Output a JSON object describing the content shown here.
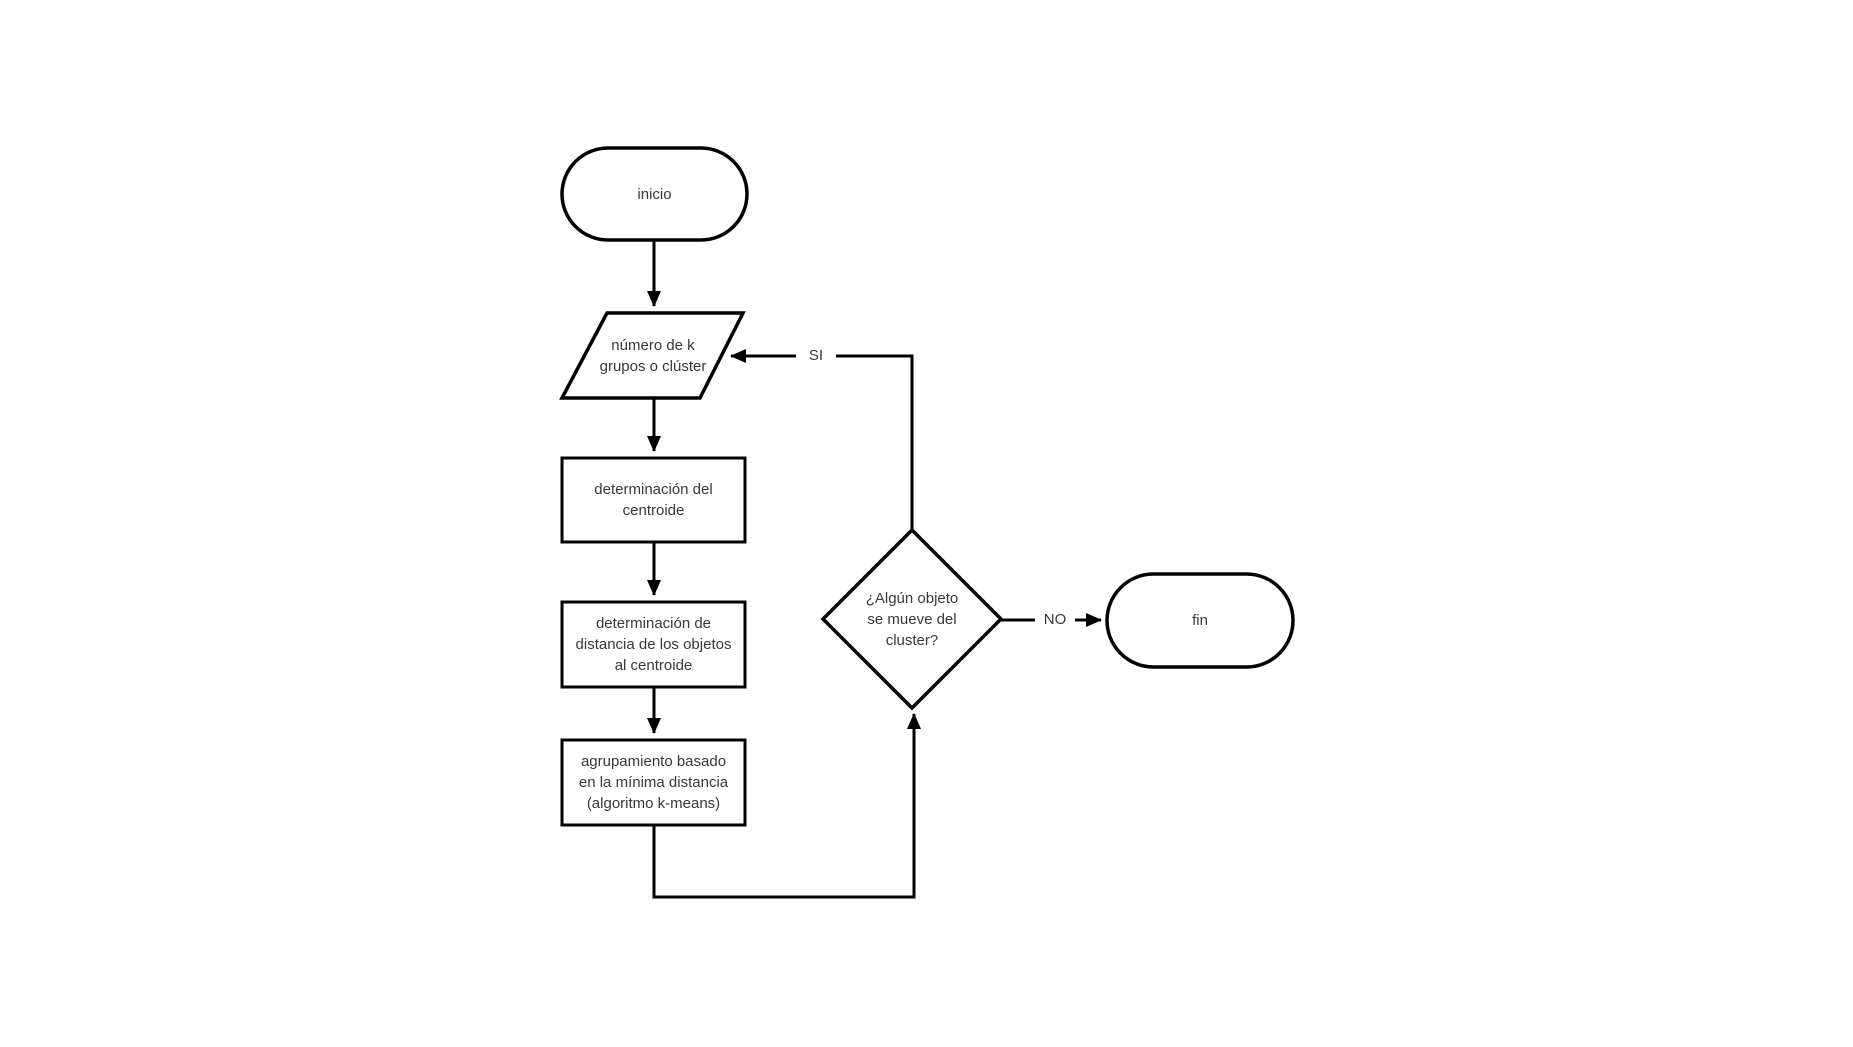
{
  "page": {
    "background": "#ffffff"
  },
  "colors": {
    "shape_stroke": "#000000",
    "shape_fill": "#ffffff",
    "text": "#383838"
  },
  "flowchart": {
    "nodes": {
      "start": {
        "type": "terminator",
        "label": "inicio"
      },
      "input_k": {
        "type": "data-input",
        "label": "número de k\ngrupos o clúster"
      },
      "centroid": {
        "type": "process",
        "label": "determinación del\ncentroide"
      },
      "distance": {
        "type": "process",
        "label": "determinación de\ndistancia de los objetos\nal centroide"
      },
      "grouping": {
        "type": "process",
        "label": "agrupamiento basado\nen la mínima distancia\n(algoritmo k-means)"
      },
      "decision": {
        "type": "decision",
        "label": "¿Algún objeto\nse mueve del\ncluster?"
      },
      "end": {
        "type": "terminator",
        "label": "fin"
      }
    },
    "edge_labels": {
      "yes": "SI",
      "no": "NO"
    }
  }
}
